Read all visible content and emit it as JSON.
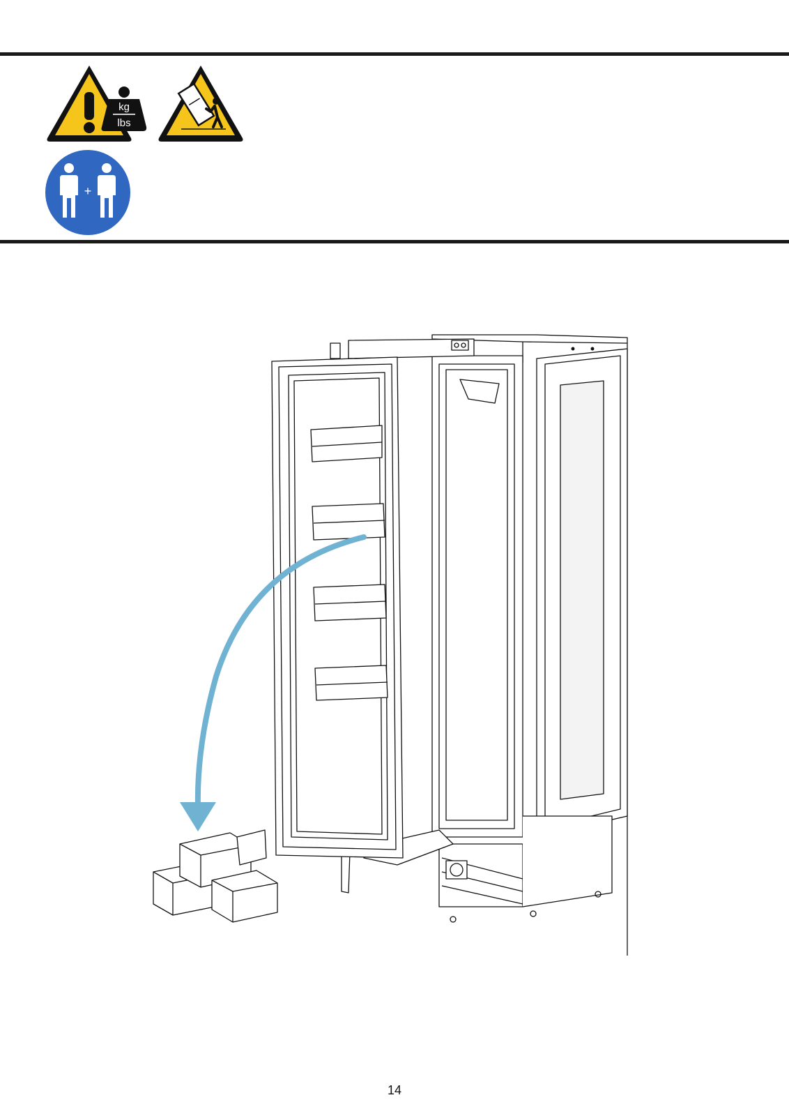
{
  "header": {
    "weight_icon": "heavy-weight-warning-icon",
    "weight_unit_top": "kg",
    "weight_unit_bottom": "lbs",
    "tip_icon": "tip-over-warning-icon",
    "two_person_icon": "two-person-lift-icon",
    "two_person_plus": "+",
    "warning_color": "#f6c51b",
    "mandatory_color": "#3067c0"
  },
  "illustration": {
    "subject_icon": "refrigerator-open-door-icon",
    "arrow_icon": "curved-arrow-icon",
    "arrow_color": "#6fb2d2",
    "removed_parts_icon": "drawer-bins-icon"
  },
  "footer": {
    "page_number": "14"
  }
}
